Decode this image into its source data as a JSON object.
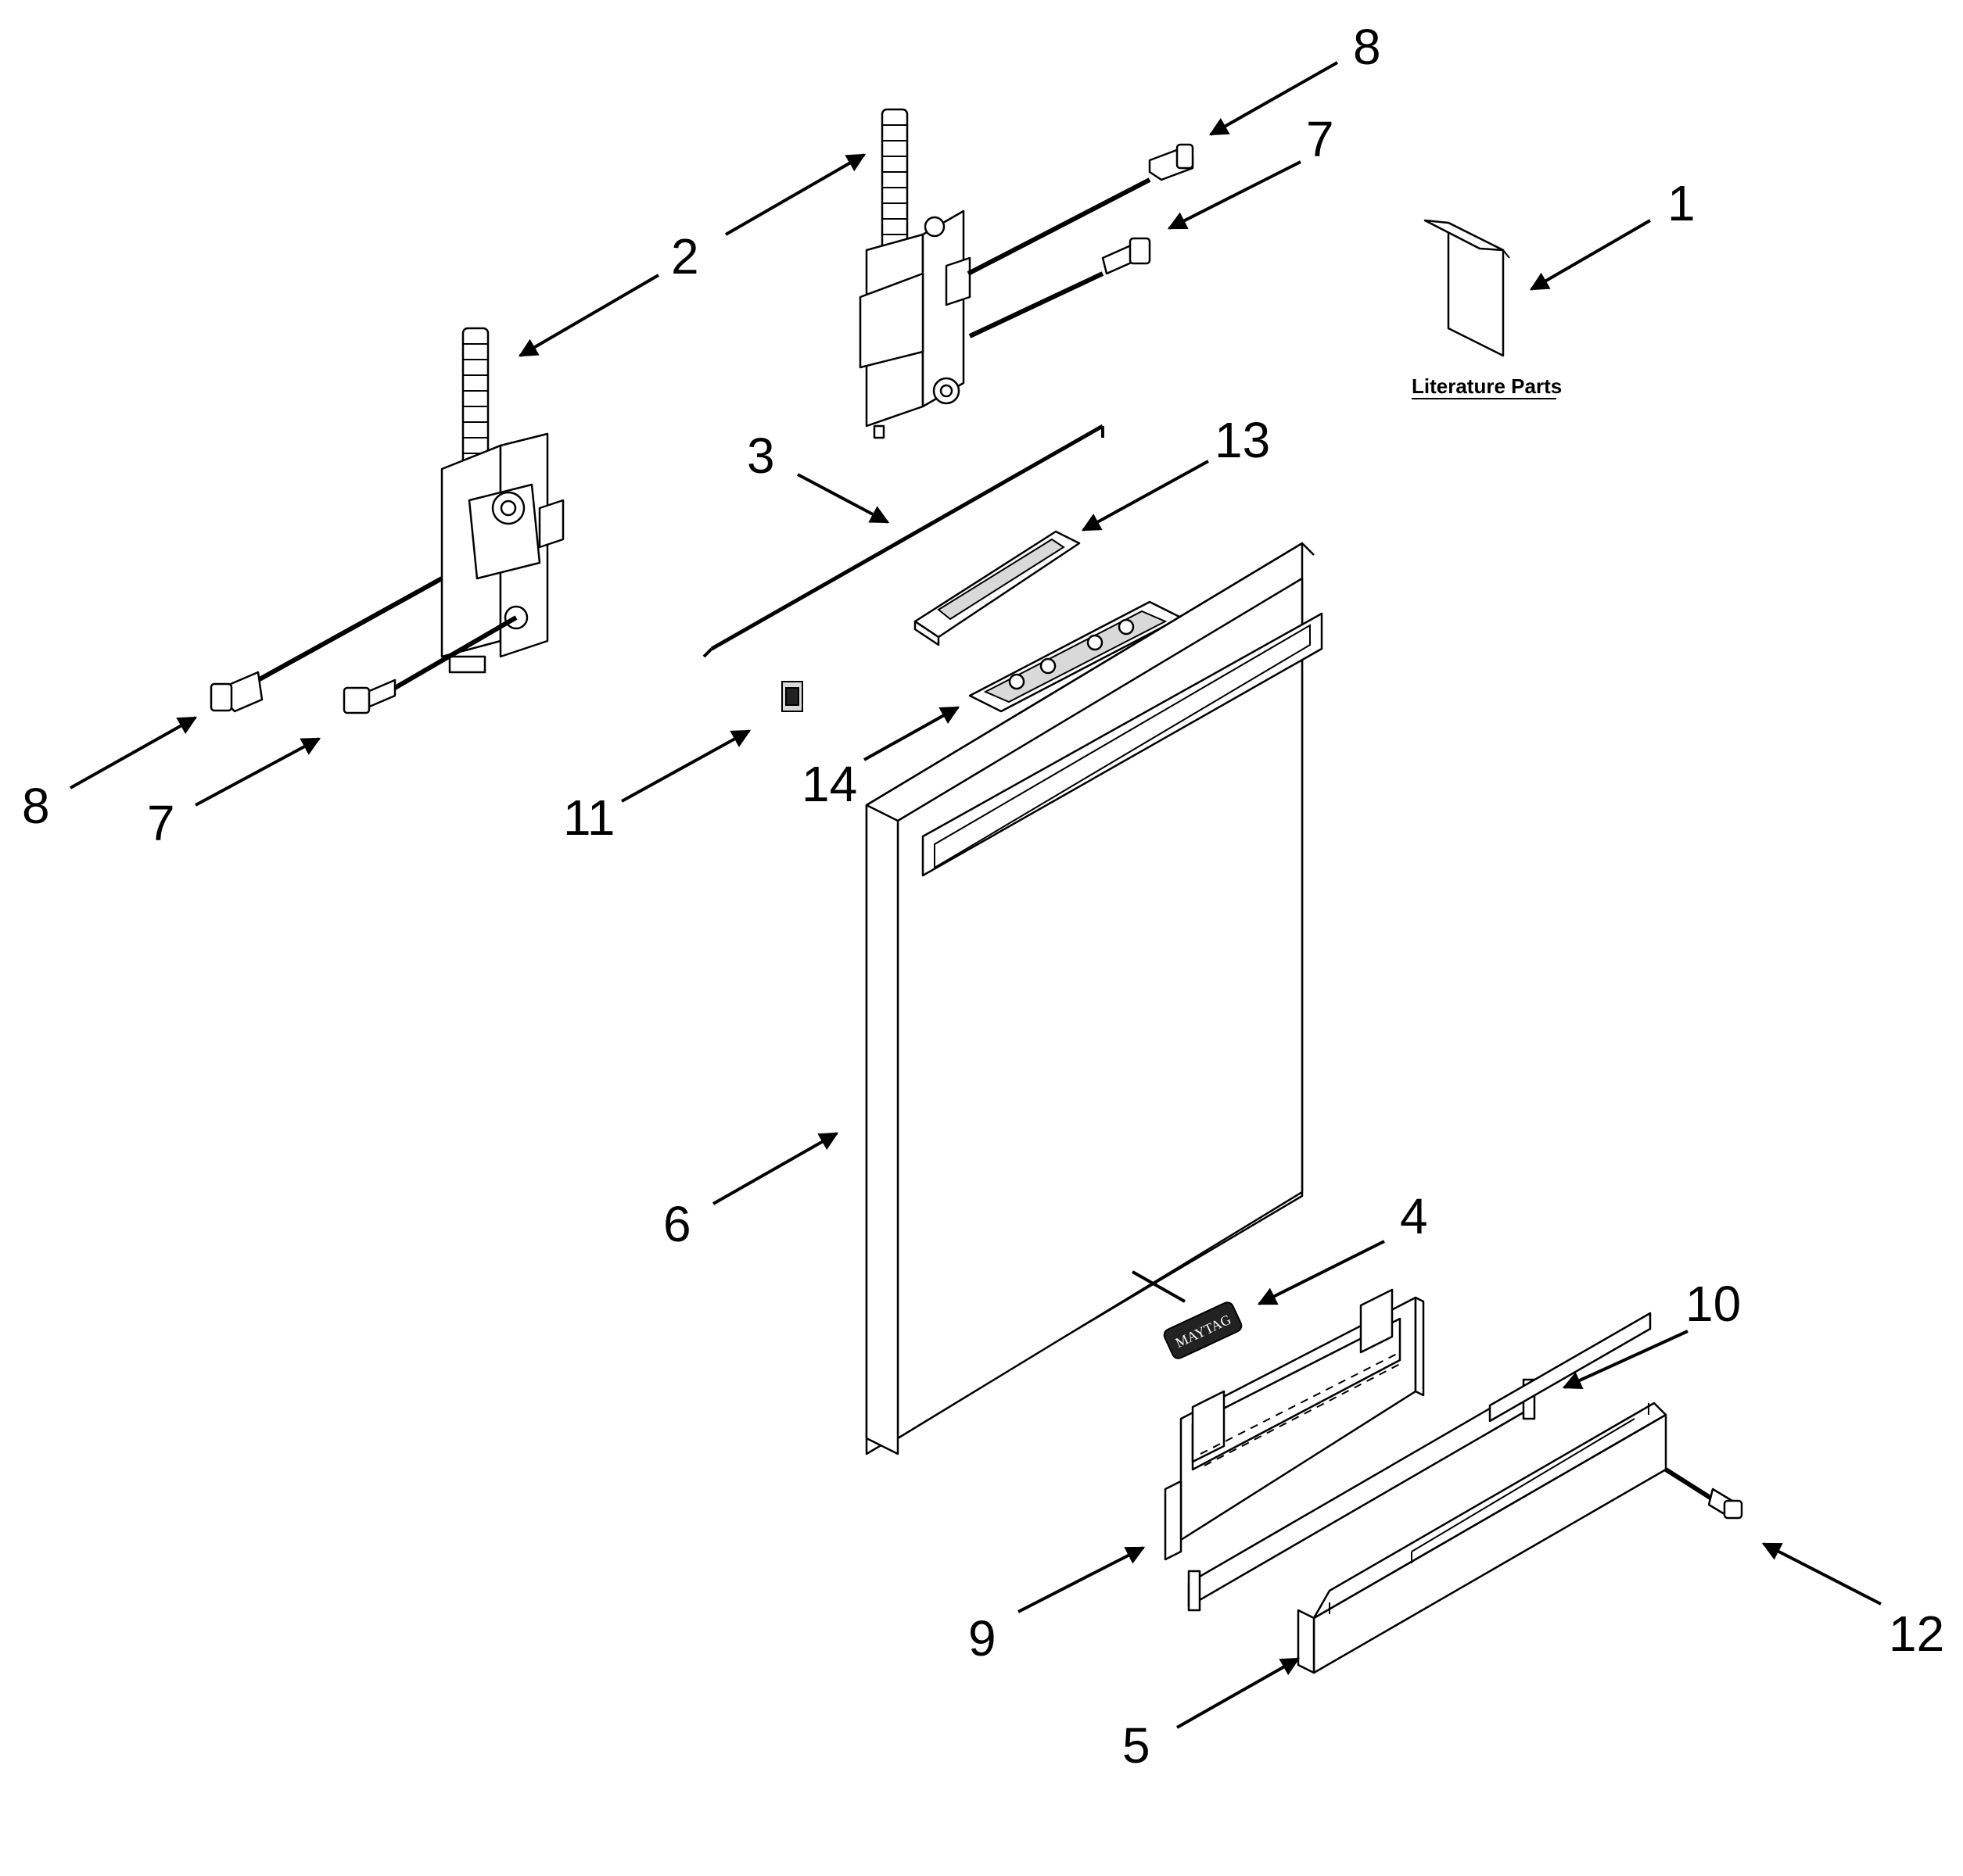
{
  "literature_label": "Literature Parts",
  "brand_badge_text": "MAYTAG",
  "callouts": [
    "1",
    "2",
    "3",
    "4",
    "5",
    "6",
    "7",
    "7",
    "8",
    "8",
    "9",
    "10",
    "11",
    "12",
    "13",
    "14"
  ]
}
